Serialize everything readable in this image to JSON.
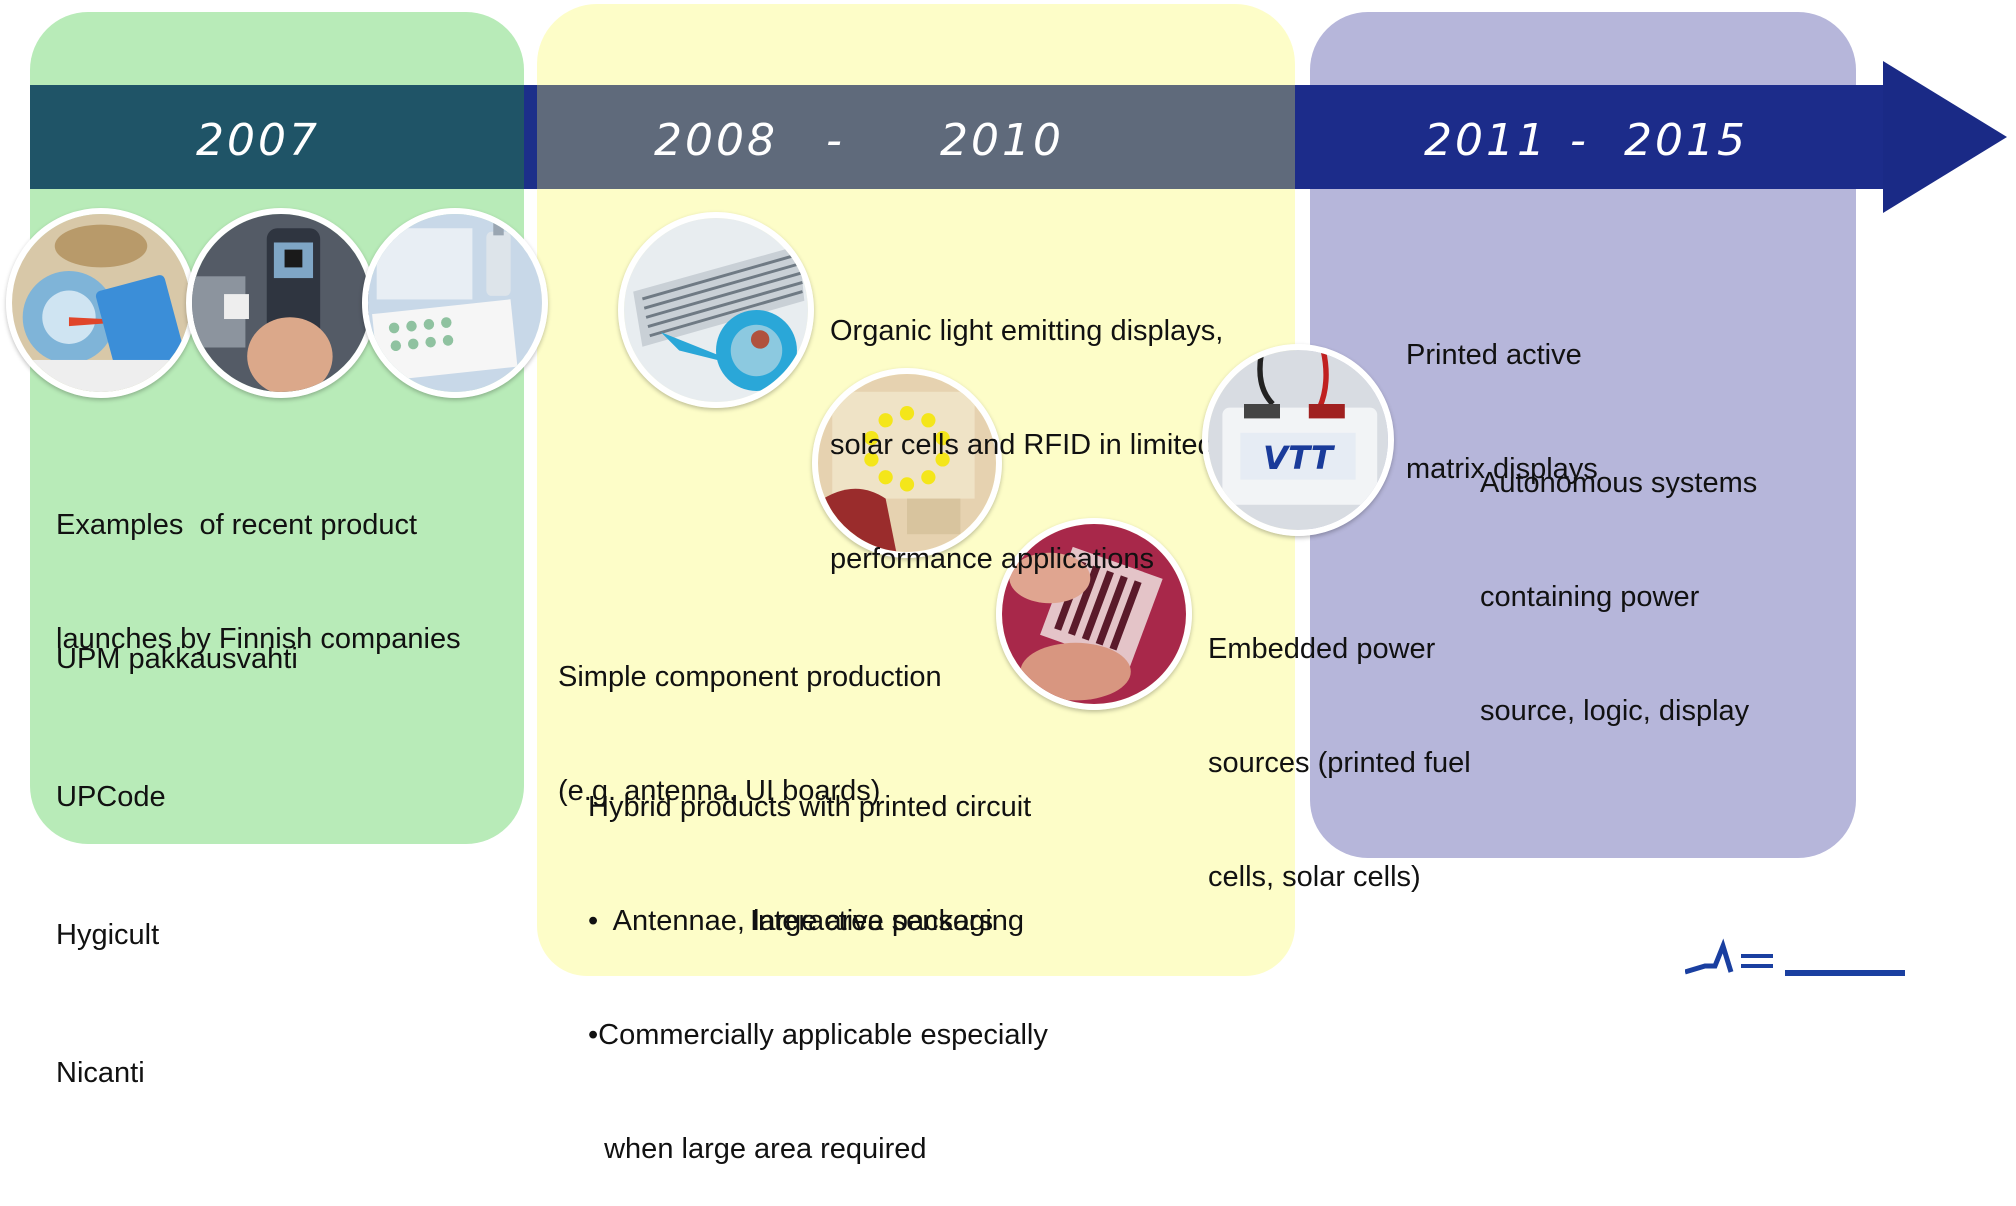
{
  "timeline": {
    "years": {
      "y2007": "2007",
      "y2008": "2008",
      "dash1": "-",
      "y2010": "2010",
      "y2011": "2011",
      "dash2": "-",
      "y2015": "2015"
    }
  },
  "panel_2007": {
    "intro_lines": [
      "Examples  of recent product",
      "launches by Finnish companies"
    ],
    "products": [
      "UPM pakkausvahti",
      "UPCode",
      "Hygicult",
      "Nicanti"
    ],
    "photos": [
      "photo-pakkausvahti-tags",
      "photo-upcode-phone",
      "photo-hygicult-kit"
    ]
  },
  "panel_2008": {
    "oled_lines": [
      "Organic light emitting displays,",
      "solar cells and RFID in limited",
      "performance applications"
    ],
    "simple_lines": [
      "Simple component production",
      "(e.g. antenna, UI boards)"
    ],
    "hybrid_lines": [
      "Hybrid products with printed circuit",
      "•  Antennae, large area sensors",
      "•Commercially applicable especially",
      "  when large area required"
    ],
    "packaging_label": "Interactive packaging",
    "photos": [
      "photo-printed-sensor-foil",
      "photo-led-ring-board",
      "photo-flexible-circuit"
    ]
  },
  "panel_2011": {
    "active_lines": [
      "Printed active",
      "matrix displays"
    ],
    "autonomous_lines": [
      "Autonomous systems",
      "containing power",
      "source, logic, display"
    ],
    "embedded_lines": [
      "Embedded power",
      "sources (printed fuel",
      "cells, solar cells)"
    ],
    "vtt_photo_text": "VTT",
    "photos": [
      "photo-vtt-battery"
    ]
  },
  "colors": {
    "panel_2007": "#b8ebb8",
    "panel_2008": "#fdfdc8",
    "panel_2011": "#b6b6da",
    "band_2007": "#1f5467",
    "band_2008": "#5f6a7b",
    "band_2011": "#1c2c8a",
    "arrow": "#1a2a86"
  }
}
